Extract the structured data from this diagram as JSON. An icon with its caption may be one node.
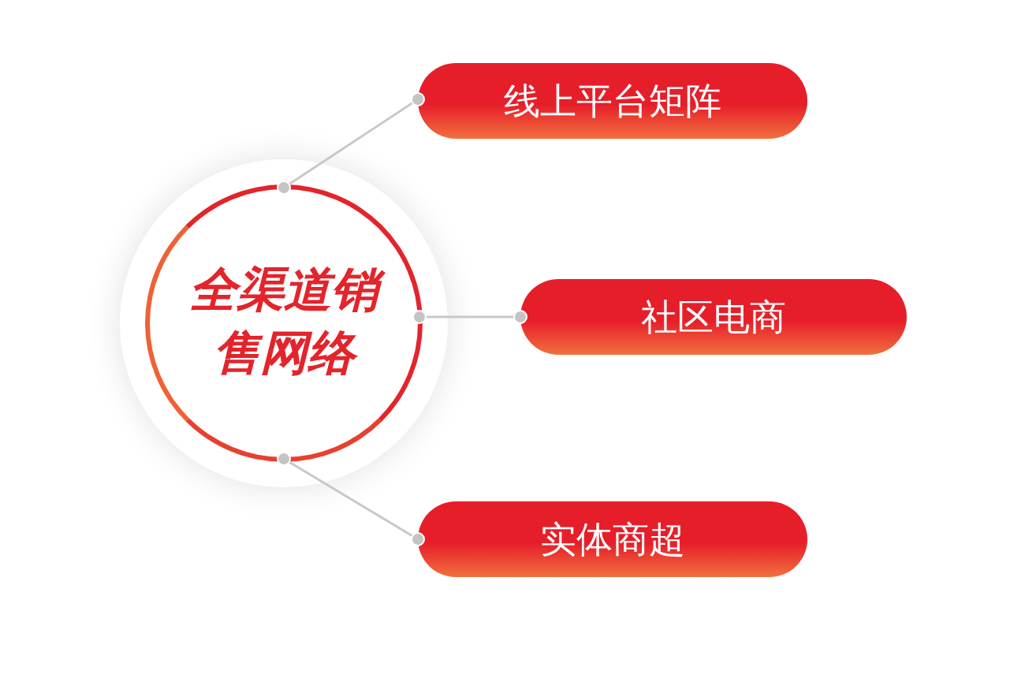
{
  "diagram": {
    "nodes": [
      {
        "text": [
          "全渠道销售网络"
        ]
      },
      {
        "text": [
          "线上平台矩阵"
        ]
      },
      {
        "text": [
          "社区电商"
        ]
      },
      {
        "text": [
          "实体商超"
        ]
      }
    ],
    "edges": [
      {
        "from": 0,
        "to": 1,
        "arrow": "other"
      },
      {
        "from": 0,
        "to": 2,
        "arrow": "other"
      },
      {
        "from": 0,
        "to": 3,
        "arrow": "other"
      }
    ]
  }
}
